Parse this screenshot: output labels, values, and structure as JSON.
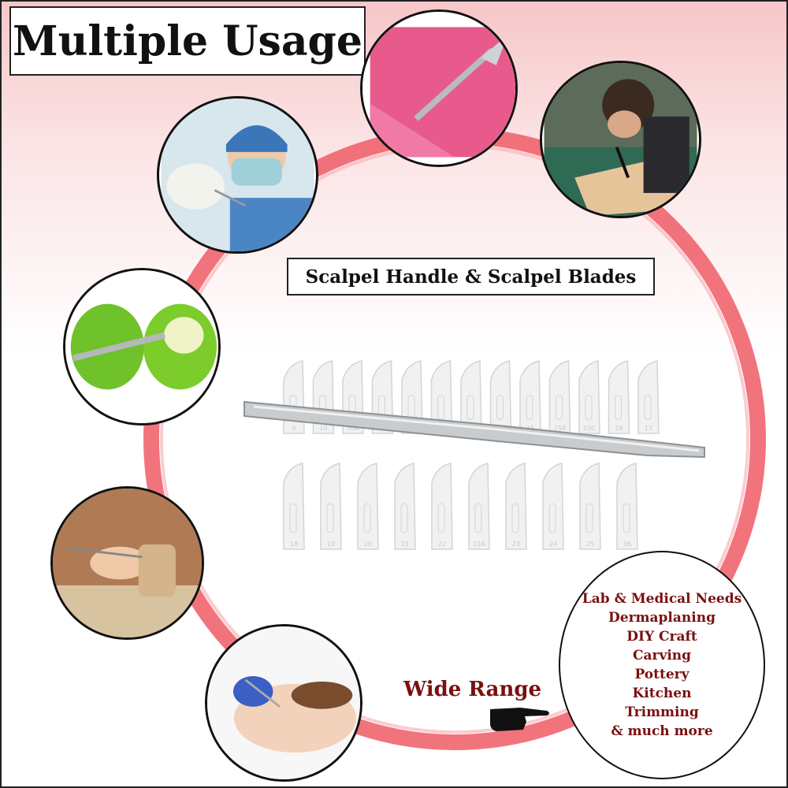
{
  "title": "Multiple Usage",
  "subtitle": "Scalpel Handle & Scalpel Blades",
  "wide_range": "Wide Range",
  "uses": [
    "Lab & Medical Needs",
    "Dermaplaning",
    "DIY Craft",
    "Carving",
    "Pottery",
    "Kitchen",
    "Trimming",
    "& much more"
  ],
  "blade_numbers_top": [
    "9",
    "10",
    "10A",
    "11",
    "12",
    "12D",
    "13",
    "14",
    "15",
    "15B",
    "15C",
    "16",
    "17"
  ],
  "blade_numbers_bottom": [
    "18",
    "19",
    "20",
    "21",
    "22",
    "22A",
    "23",
    "24",
    "25",
    "36"
  ],
  "colors": {
    "ring": "#ee5c66",
    "accent_text": "#7a1010",
    "bg_top": "#f7c6c8"
  },
  "icons": [
    "surgeon-photo",
    "paper-cutting-photo",
    "leather-craft-photo",
    "pepper-kitchen-photo",
    "pottery-photo",
    "dermaplaning-photo",
    "pointing-hand-icon",
    "scalpel-handle-image",
    "scalpel-blades-image"
  ]
}
